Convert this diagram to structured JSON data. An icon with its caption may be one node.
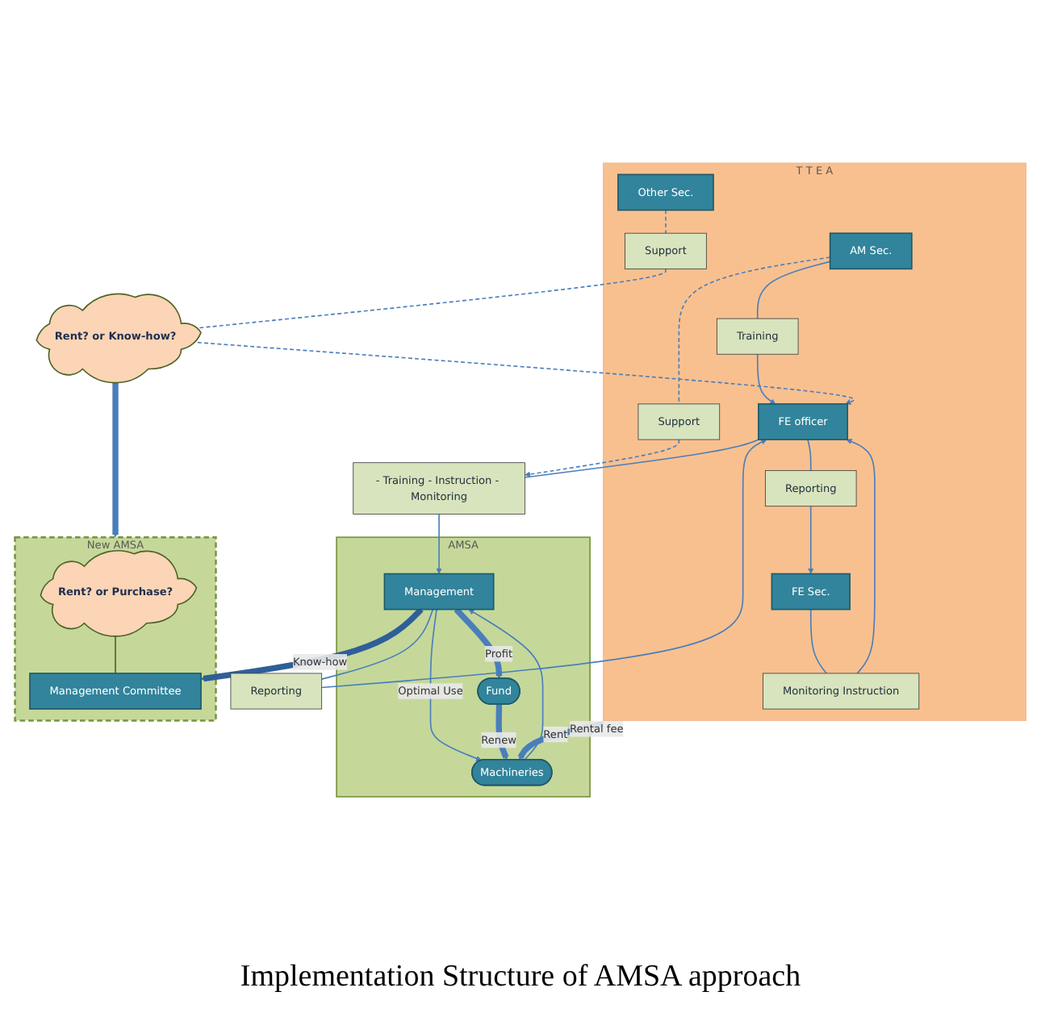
{
  "diagram": {
    "caption": "Implementation Structure of AMSA approach",
    "nodes": [
      {
        "text": [
          "T T E A"
        ]
      },
      {
        "text": [
          "AM Sec."
        ],
        "in": 0
      },
      {
        "text": [
          "FE Sec."
        ],
        "in": 0
      },
      {
        "text": [
          "Other Sec."
        ],
        "in": 0
      },
      {
        "text": [
          "Training"
        ],
        "in": 0
      },
      {
        "text": [
          "Monitoring Instruction"
        ],
        "in": 0
      },
      {
        "text": [
          "Reporting"
        ],
        "in": 0
      },
      {
        "text": [
          "Support"
        ],
        "in": 0
      },
      {
        "text": [
          "Support"
        ],
        "in": 0
      },
      {
        "text": [
          "FE officer"
        ],
        "in": 0
      },
      {
        "text": [
          "Rent? or Know-how?"
        ]
      },
      {
        "text": [
          "- Training - Instruction - Monitoring"
        ]
      },
      {
        "text": [
          "Reporting"
        ]
      },
      {
        "text": [
          "AMSA"
        ]
      },
      {
        "text": [
          "Machineries"
        ],
        "in": 13
      },
      {
        "text": [
          "Management"
        ],
        "in": 13
      },
      {
        "text": [
          "Fund"
        ],
        "in": 13
      },
      {
        "text": [
          "New AMSA"
        ]
      },
      {
        "text": [
          "Rent? or Purchase?"
        ],
        "in": 17
      },
      {
        "text": [
          "Management Committee"
        ],
        "in": 17
      }
    ],
    "edges": [
      {
        "from": 1,
        "to": 4,
        "arrow": "none"
      },
      {
        "from": 4,
        "to": 9,
        "arrow": "to"
      },
      {
        "from": 2,
        "to": 5,
        "arrow": "none"
      },
      {
        "from": 5,
        "to": 9,
        "arrow": "to"
      },
      {
        "from": 9,
        "to": 6,
        "arrow": "none"
      },
      {
        "from": 6,
        "to": 2,
        "arrow": "to"
      },
      {
        "from": 3,
        "to": 7,
        "arrow": "none",
        "style": "dashed"
      },
      {
        "from": 7,
        "to": 10,
        "arrow": "none",
        "style": "dashed"
      },
      {
        "from": 10,
        "to": 9,
        "arrow": "to",
        "style": "dashed"
      },
      {
        "from": 1,
        "to": 8,
        "arrow": "none",
        "style": "dashed"
      },
      {
        "from": 8,
        "to": 11,
        "arrow": "to",
        "style": "dashed"
      },
      {
        "from": 9,
        "to": 11,
        "arrow": "none"
      },
      {
        "from": 11,
        "to": 15,
        "arrow": "to"
      },
      {
        "from": 15,
        "to": 12,
        "arrow": "none"
      },
      {
        "from": 12,
        "to": 9,
        "arrow": "to"
      },
      {
        "from": 0,
        "to": 14,
        "arrow": "to",
        "label": "Rent",
        "style": "thick"
      },
      {
        "from": 13,
        "to": 0,
        "arrow": "to",
        "label": "Rental fee"
      },
      {
        "from": 15,
        "to": 14,
        "arrow": "to",
        "label": "Optimal Use"
      },
      {
        "from": 14,
        "to": 15,
        "arrow": "to"
      },
      {
        "from": 15,
        "to": 16,
        "arrow": "to",
        "label": "Profit",
        "style": "thick"
      },
      {
        "from": 16,
        "to": 14,
        "arrow": "to",
        "label": "Renew",
        "style": "thick"
      },
      {
        "from": 15,
        "to": 19,
        "arrow": "to",
        "label": "Know-how",
        "style": "thick",
        "color": "#2f5f98"
      },
      {
        "from": 10,
        "to": 17,
        "arrow": "to",
        "style": "thick"
      },
      {
        "from": 18,
        "to": 19,
        "arrow": "none",
        "color": "#4f6228"
      }
    ]
  }
}
